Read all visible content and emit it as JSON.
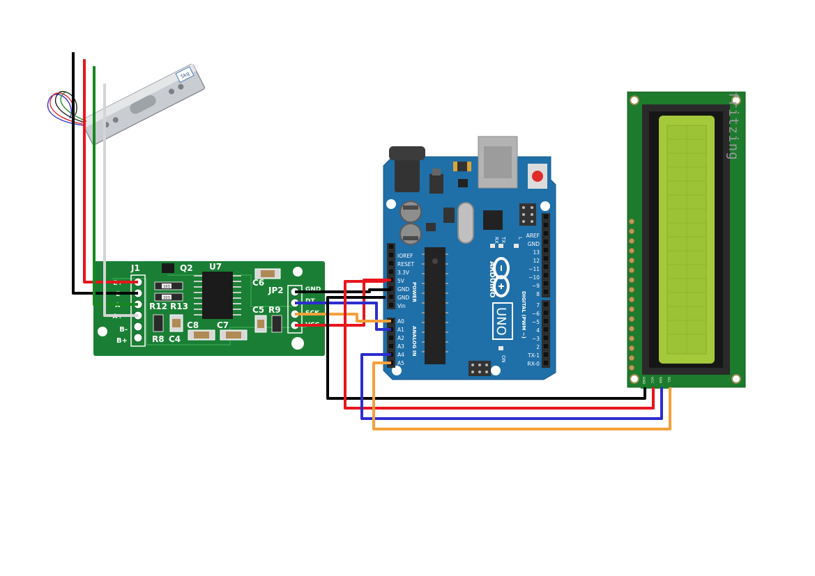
{
  "watermark": "fritzing",
  "load_cell": {
    "label": "",
    "sticker_text": "5kg"
  },
  "hx711": {
    "refs": {
      "j1": "J1",
      "q2": "Q2",
      "u7": "U7",
      "c6": "C6",
      "jp2": "JP2",
      "r12": "R12",
      "r13": "R13",
      "c5": "C5",
      "r9": "R9",
      "r8": "R8",
      "c4": "C4",
      "c8": "C8",
      "c7": "C7"
    },
    "j1_pins": [
      "E+",
      "E-",
      "A-",
      "A+",
      "B-",
      "B+"
    ],
    "jp2_pins": [
      "GND",
      "DT",
      "SCK",
      "VCC"
    ],
    "smd_codes": {
      "r12": "103",
      "r13": "103"
    }
  },
  "arduino": {
    "brand": "ARDUINO",
    "model": "UNO",
    "power_header_title": "POWER",
    "power_pins": [
      "IOREF",
      "RESET",
      "3.3V",
      "5V",
      "GND",
      "GND",
      "Vin"
    ],
    "analog_header_title": "ANALOG IN",
    "analog_pins": [
      "A0",
      "A1",
      "A2",
      "A3",
      "A4",
      "A5"
    ],
    "digital_header_title": "DIGITAL (PWM ~)",
    "digital_pins_top": [
      "AREF",
      "GND",
      "13",
      "12",
      "~11",
      "~10",
      "~9",
      "8"
    ],
    "digital_pins_bottom": [
      "7",
      "~6",
      "~5",
      "4",
      "~3",
      "2",
      "TX-1",
      "RX-0"
    ],
    "leds": {
      "rx": "RX",
      "tx": "TX",
      "l": "L",
      "on": "ON"
    }
  },
  "lcd": {
    "pins": [
      "GND",
      "VCC",
      "SDA",
      "SCL"
    ]
  },
  "wire_colors": {
    "black": "#000000",
    "red": "#e8141c",
    "green": "#17871f",
    "white": "#d4d4d4",
    "blue": "#2d2dcf",
    "orange": "#f5a03a"
  },
  "board_colors": {
    "arduino": "#1f6fa8",
    "hx711": "#1a7f34",
    "lcd_pcb": "#1c7b2c",
    "lcd_screen": "#a4c93a"
  }
}
